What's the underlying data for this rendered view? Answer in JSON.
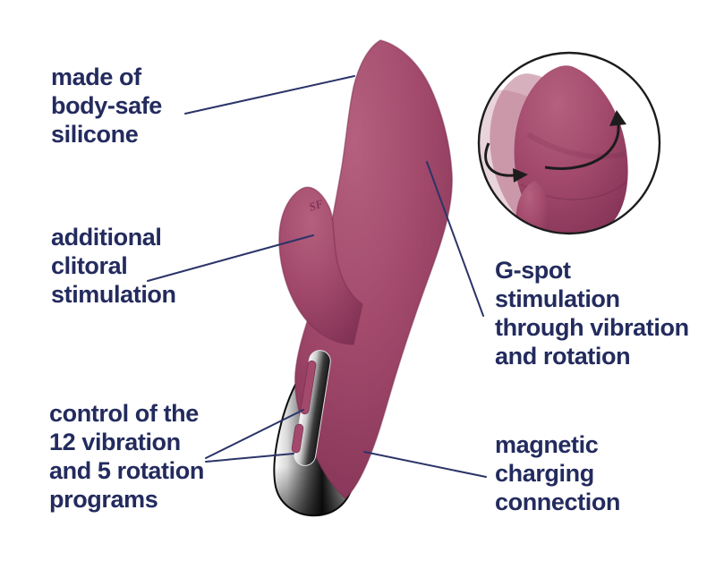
{
  "title": "product feature infographic",
  "colors": {
    "bg": "#ffffff",
    "text": "#232b5e",
    "line": "#2b3468",
    "body": "#a34a6c",
    "body-light": "#b4607e",
    "body-dark": "#7d2f52",
    "arrow": "#1c1c1c",
    "inset-stroke": "#1c1c1c"
  },
  "annotations": {
    "silicone": "made of\nbody-safe\nsilicone",
    "clitoral": "additional\nclitoral\nstimulation",
    "programs": "control of the\n12 vibration\nand 5 rotation\nprograms",
    "gspot": "G-spot\nstimulation\nthrough vibration\nand rotation",
    "charging": "magnetic\ncharging\nconnection"
  },
  "product": {
    "logo": "SF",
    "type": "rabbit-style vibrator with rotating shaft, chrome magnetic base",
    "inset": "circular detail showing shaft rotation with motion ghosts and arrows"
  }
}
